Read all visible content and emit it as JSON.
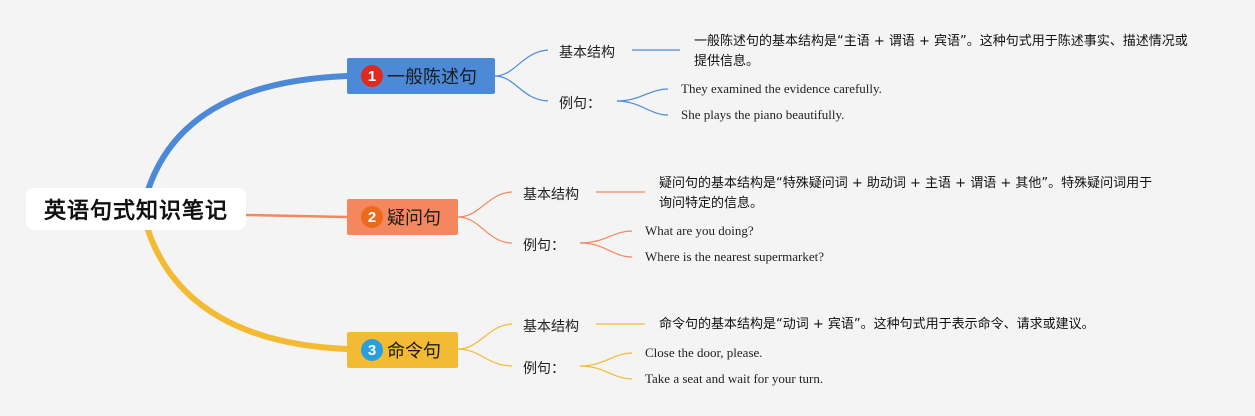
{
  "root": {
    "title": "英语句式知识笔记"
  },
  "colors": {
    "blue": "#4c8ad8",
    "orange": "#f4875e",
    "yellow": "#f2bb33",
    "background": "#f5f4f4"
  },
  "branches": [
    {
      "number": "1",
      "title": "一般陈述句",
      "structure_label": "基本结构",
      "structure_text": "一般陈述句的基本结构是“主语 + 谓语 + 宾语”。这种句式用于陈述事实、描述情况或提供信息。",
      "example_label": "例句：",
      "examples": [
        "They examined the evidence carefully.",
        "She plays the piano beautifully."
      ]
    },
    {
      "number": "2",
      "title": "疑问句",
      "structure_label": "基本结构",
      "structure_text": "疑问句的基本结构是“特殊疑问词 + 助动词 + 主语 + 谓语 + 其他”。特殊疑问词用于询问特定的信息。",
      "example_label": "例句：",
      "examples": [
        "What are you doing?",
        "Where is the nearest supermarket?"
      ]
    },
    {
      "number": "3",
      "title": "命令句",
      "structure_label": "基本结构",
      "structure_text": "命令句的基本结构是“动词 + 宾语”。这种句式用于表示命令、请求或建议。",
      "example_label": "例句：",
      "examples": [
        "Close the door, please.",
        "Take a seat and wait for your turn."
      ]
    }
  ]
}
